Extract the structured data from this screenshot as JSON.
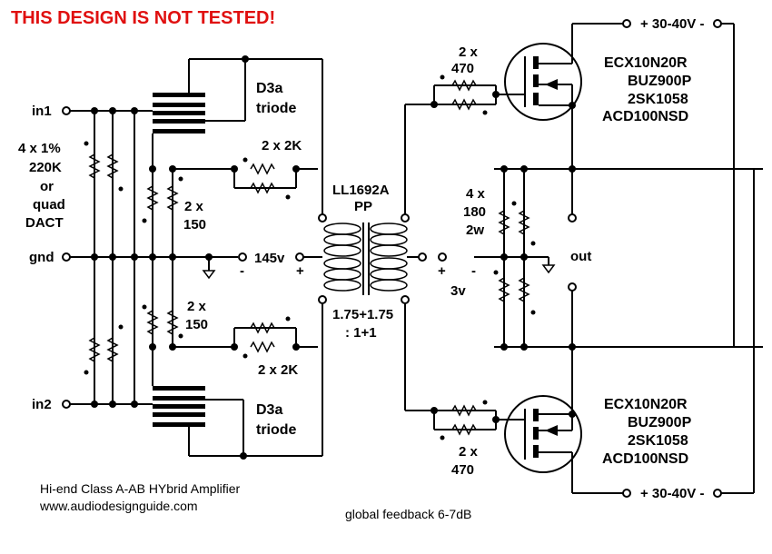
{
  "warning": "THIS DESIGN IS NOT TESTED!",
  "inputs": {
    "in1": "in1",
    "gnd": "gnd",
    "in2": "in2"
  },
  "input_resistors": {
    "l1": "4 x 1%",
    "l2": "220K",
    "l3": "or",
    "l4": "quad",
    "l5": "DACT"
  },
  "triode_top": {
    "l1": "D3a",
    "l2": "triode"
  },
  "triode_bottom": {
    "l1": "D3a",
    "l2": "triode"
  },
  "res_top_150": {
    "l1": "2 x",
    "l2": "150"
  },
  "res_bot_150": {
    "l1": "2 x",
    "l2": "150"
  },
  "res_top_2k": "2 x 2K",
  "res_bot_2k": "2 x 2K",
  "supply_145": {
    "label": "145v",
    "minus": "-",
    "plus": "+"
  },
  "transformer": {
    "name": "LL1692A",
    "type": "PP",
    "ratio1": "1.75+1.75",
    "ratio2": ": 1+1"
  },
  "bias_supply": {
    "label": "3v",
    "plus": "+",
    "minus": "-"
  },
  "res_180": {
    "l1": "4 x",
    "l2": "180",
    "l3": "2w"
  },
  "gate_top": {
    "l1": "2 x",
    "l2": "470"
  },
  "gate_bot": {
    "l1": "2 x",
    "l2": "470"
  },
  "mosfet_top": [
    "ECX10N20R",
    "BUZ900P",
    "2SK1058",
    "ACD100NSD"
  ],
  "mosfet_bottom": [
    "ECX10N20R",
    "BUZ900P",
    "2SK1058",
    "ACD100NSD"
  ],
  "supply_top": "+ 30-40V -",
  "supply_bottom": "+ 30-40V -",
  "output": "out",
  "footer": {
    "title": "Hi-end Class A-AB HYbrid Amplifier",
    "url": "www.audiodesignguide.com",
    "feedback": "global feedback 6-7dB"
  }
}
